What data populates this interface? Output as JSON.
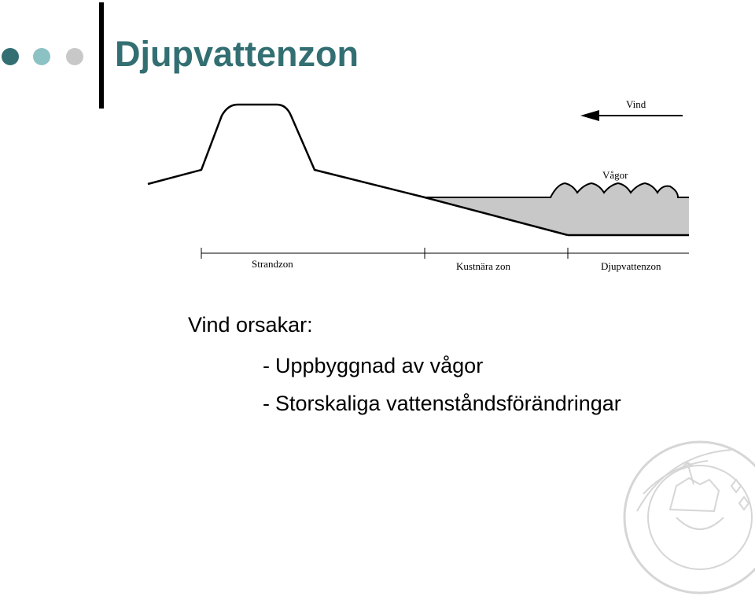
{
  "colors": {
    "accent": "#336f72",
    "dot_light": "#8cc2c4",
    "dot_gray": "#c8c8c8",
    "bar": "#000000",
    "water_fill": "#c8c8c8",
    "seal": "#d6d6d6"
  },
  "header": {
    "title": "Djupvattenzon"
  },
  "diagram": {
    "wind_label": "Vind",
    "waves_label": "Vågor",
    "zones": [
      "Strandzon",
      "Kustnära zon",
      "Djupvattenzon"
    ]
  },
  "content": {
    "heading": "Vind orsakar:",
    "items": [
      {
        "dash": "-",
        "text": "Uppbyggnad av vågor"
      },
      {
        "dash": "-",
        "text": "Storskaliga vattenståndsförändringar"
      }
    ]
  },
  "seal_icon": "university-seal-icon"
}
